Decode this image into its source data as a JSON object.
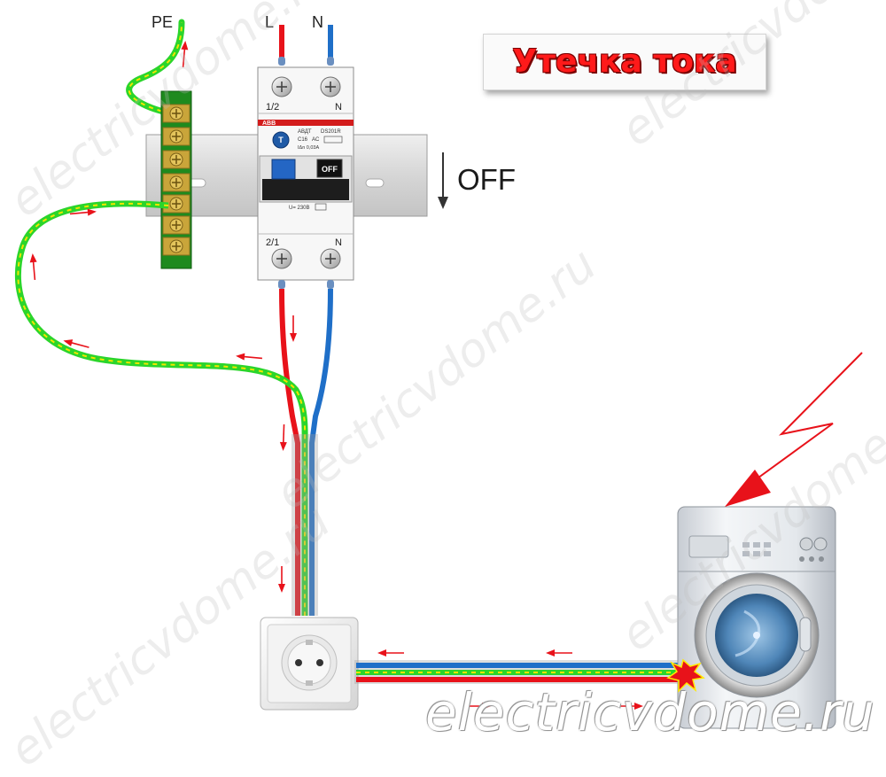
{
  "title": "Утечка тока",
  "labels": {
    "pe": "PE",
    "l": "L",
    "n_top": "N",
    "pole_top_left": "1/2",
    "pole_top_right": "N",
    "pole_bottom_left": "2/1",
    "pole_bottom_right": "N",
    "off": "OFF"
  },
  "breaker": {
    "brand": "ABB",
    "type": "АВДТ",
    "model": "DS201R",
    "rating": "C16",
    "current_type": "AC",
    "leakage": "IΔn 0,03A",
    "voltage": "U= 230В",
    "test_button": "T",
    "switch_state": "OFF"
  },
  "watermark": "electricvdome.ru",
  "colors": {
    "phase": "#e8121a",
    "neutral": "#1f6fc8",
    "earth_green": "#2bd52b",
    "earth_yellow": "#f2e600",
    "arrow": "#e8121a",
    "din_rail": "#d9d9d9",
    "busbar": "#1e8a1e",
    "terminal": "#c9a53a"
  },
  "icons": [
    "screw-terminal-icon",
    "flow-arrow-icon",
    "lightning-bolt-icon",
    "spark-icon",
    "washing-machine-icon",
    "socket-icon"
  ]
}
